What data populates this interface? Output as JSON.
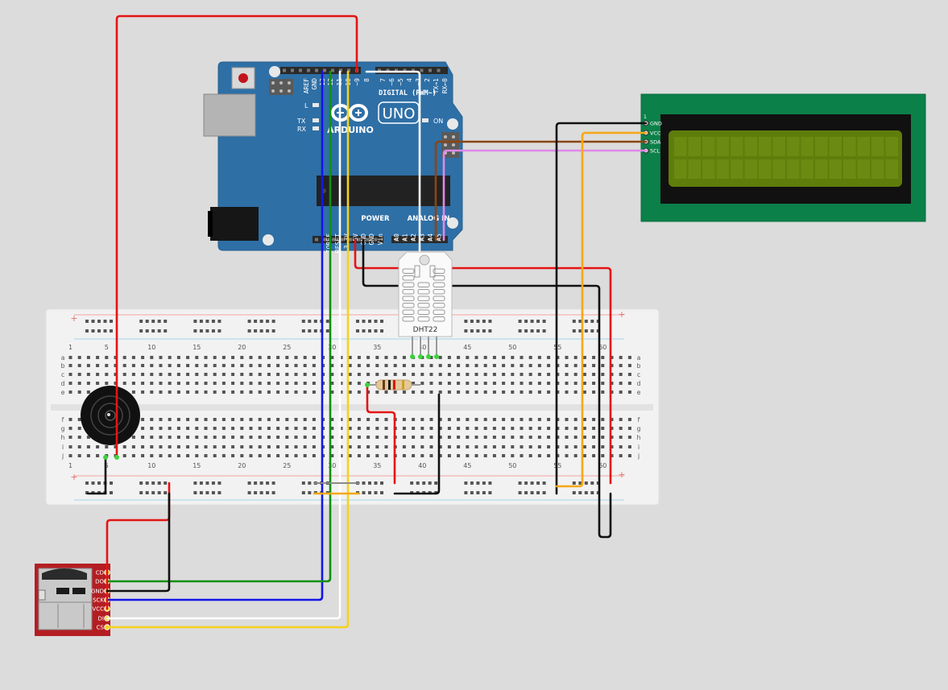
{
  "arduino": {
    "logo": "ARDUINO",
    "model": "UNO",
    "digital_header": "DIGITAL (PWM~)",
    "digital_pins": [
      "AREF",
      "GND",
      "13",
      "12",
      "~11",
      "~10",
      "~9",
      "8",
      "7",
      "~6",
      "~5",
      "4",
      "~3",
      "2",
      "TX→1",
      "RX←0"
    ],
    "power_header": "POWER",
    "analog_header": "ANALOG IN",
    "power_pins": [
      "IOREF",
      "RESET",
      "3.3V",
      "5V",
      "GND",
      "GND",
      "Vin"
    ],
    "analog_pins": [
      "A0",
      "A1",
      "A2",
      "A3",
      "A4",
      "A5"
    ],
    "led_l": "L",
    "led_tx": "TX",
    "led_rx": "RX",
    "led_on": "ON"
  },
  "lcd": {
    "pin_one_marker": "1",
    "pins": [
      "GND",
      "VCC",
      "SDA",
      "SCL"
    ]
  },
  "dht": {
    "label": "DHT22"
  },
  "sd_module": {
    "pins": [
      "CD",
      "DO",
      "GND",
      "SCK",
      "VCC",
      "DI",
      "CS"
    ]
  },
  "breadboard": {
    "column_numbers": [
      "1",
      "5",
      "10",
      "15",
      "20",
      "25",
      "30",
      "35",
      "40",
      "45",
      "50",
      "55",
      "60"
    ],
    "rows_top": [
      "a",
      "b",
      "c",
      "d",
      "e"
    ],
    "rows_bottom": [
      "f",
      "g",
      "h",
      "i",
      "j"
    ],
    "rail_plus": "+",
    "rail_minus": "-"
  },
  "colors": {
    "background": "#dcdcdc",
    "arduino_board": "#2e6fa6",
    "lcd_board": "#0b8048",
    "lcd_screen": "#5e7d0a",
    "sd_board": "#b41e22",
    "wire_red": "#e31414",
    "wire_black": "#111111",
    "wire_blue": "#1515e6",
    "wire_green": "#109010",
    "wire_yellow": "#f6d21c",
    "wire_white": "#ffffff",
    "wire_orange": "#f5a815",
    "wire_brown": "#8b4513",
    "wire_pink": "#de88e8"
  }
}
